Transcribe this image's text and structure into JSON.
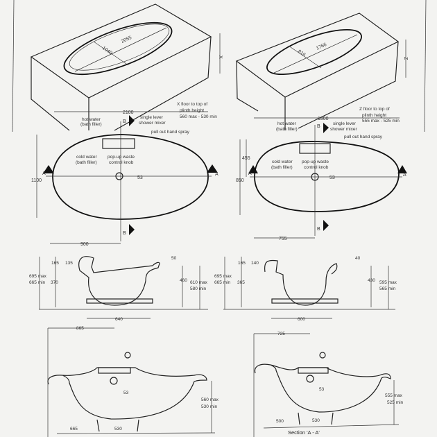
{
  "iso_left": {
    "width_dim": "1040",
    "length_dim": "2055",
    "height_letter": "X",
    "note": [
      "X  floor to top of",
      "plinth height",
      "560 max - 530 min"
    ]
  },
  "iso_right": {
    "width_dim": "816",
    "length_dim": "1766",
    "height_letter": "Z",
    "note": [
      "Z  floor to top of",
      "plinth height",
      "555 max - 525 min"
    ]
  },
  "plan_left": {
    "length": "2100",
    "width": "1100",
    "offset": "900",
    "waste": "53",
    "section_a": "A",
    "section_b": "B",
    "labels": {
      "hot_water": [
        "hot water",
        "(bath filler)"
      ],
      "mixer": [
        "single lever",
        "shower mixer"
      ],
      "spray": "pull out hand spray",
      "cold_water": [
        "cold water",
        "(bath filler)"
      ],
      "waste_knob": [
        "pop-up waste",
        "control knob"
      ]
    }
  },
  "plan_right": {
    "length": "1800",
    "width": "850",
    "half_width": "455",
    "offset": "755",
    "waste": "53",
    "section_a": "A",
    "section_b": "B",
    "labels": {
      "hot_water": [
        "hot water",
        "(bath filler)"
      ],
      "mixer": [
        "single lever",
        "shower mixer"
      ],
      "spray": "pull out hand spray",
      "cold_water": [
        "cold water",
        "(bath filler)"
      ],
      "waste_knob": [
        "pop-up waste",
        "control knob"
      ]
    }
  },
  "side_left": {
    "overall": [
      "695 max",
      "665 min"
    ],
    "d165": "165",
    "d135": "135",
    "d370": "370",
    "d50": "50",
    "d460": "460",
    "rim": [
      "610 max",
      "580 min"
    ],
    "feet": "640"
  },
  "side_right": {
    "overall": [
      "695 max",
      "665 min"
    ],
    "d165": "165",
    "d140": "140",
    "d365": "365",
    "d40": "40",
    "d430": "430",
    "rim": [
      "595 max",
      "565 min"
    ],
    "feet": "600"
  },
  "section_left": {
    "d865": "865",
    "waste": "53",
    "rim": [
      "560 max",
      "530 min"
    ],
    "d665": "665",
    "d530": "530"
  },
  "section_right": {
    "d725": "725",
    "waste": "53",
    "rim": [
      "555 max",
      "525 min"
    ],
    "d500": "500",
    "d530": "530"
  },
  "caption": "Section 'A - A'"
}
